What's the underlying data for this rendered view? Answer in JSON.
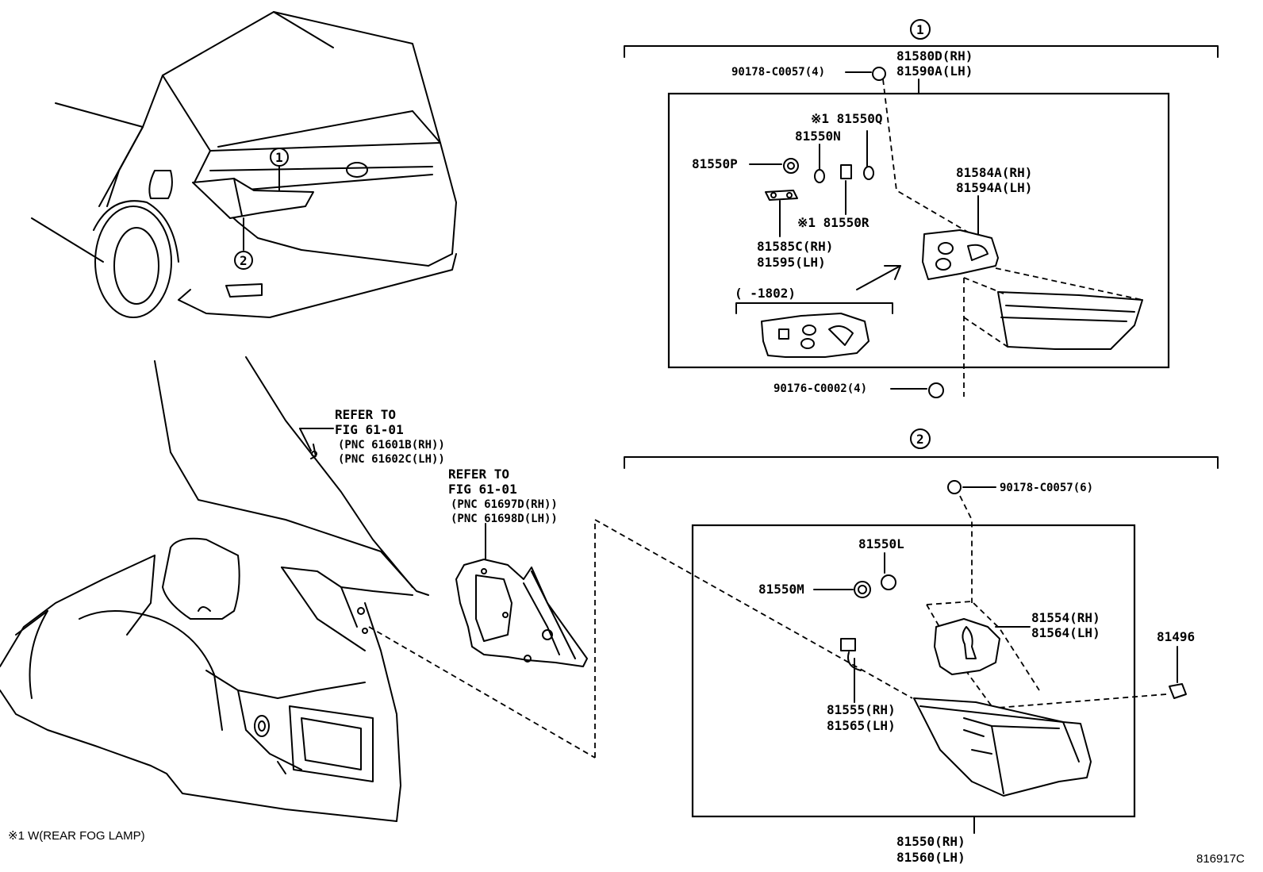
{
  "footnote": "※1 W(REAR FOG LAMP)",
  "figure_id": "816917C",
  "overview": {
    "callout_1": "1",
    "callout_2": "2"
  },
  "group_1": {
    "callout": "1",
    "box_parts": {
      "top_label_rh": "81580D(RH)",
      "top_label_lh": "81590A(LH)",
      "screw_top": "90178-C0057(4)",
      "bulb_q": "※1 81550Q",
      "bulb_n": "81550N",
      "socket_p": "81550P",
      "socket_r": "※1 81550R",
      "wire_rh": "81585C(RH)",
      "wire_lh": "81595(LH)",
      "cover_rh": "81584A(RH)",
      "cover_lh": "81594A(LH)",
      "date_range": "(      -1802)",
      "screw_bottom": "90176-C0002(4)"
    }
  },
  "group_2": {
    "callout": "2",
    "screw_top": "90178-C0057(6)",
    "bulb_l": "81550L",
    "socket_m": "81550M",
    "cover_rh": "81554(RH)",
    "cover_lh": "81564(LH)",
    "clip": "81496",
    "wire_rh": "81555(RH)",
    "wire_lh": "81565(LH)",
    "lamp_rh": "81550(RH)",
    "lamp_lh": "81560(LH)"
  },
  "refer_1": {
    "line1": "REFER TO",
    "line2": "FIG 61-01",
    "line3": "(PNC 61601B(RH))",
    "line4": "(PNC 61602C(LH))"
  },
  "refer_2": {
    "line1": "REFER TO",
    "line2": "FIG 61-01",
    "line3": "(PNC 61697D(RH))",
    "line4": "(PNC 61698D(LH))"
  }
}
